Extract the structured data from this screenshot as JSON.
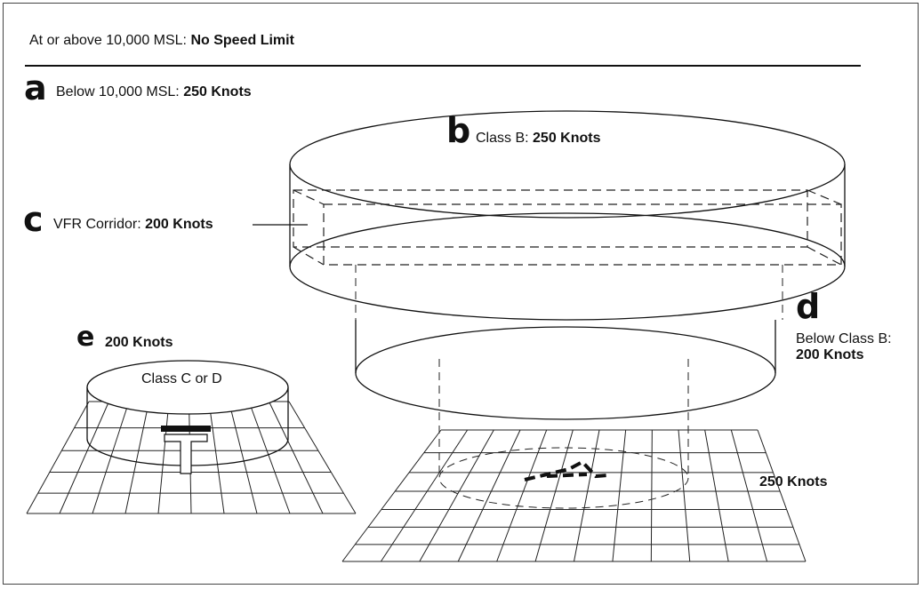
{
  "header": {
    "prefix": "At or above 10,000 MSL: ",
    "value": "No Speed Limit"
  },
  "labels": {
    "a": {
      "letter": "a",
      "prefix": "Below 10,000 MSL: ",
      "value": "250 Knots"
    },
    "b": {
      "letter": "b",
      "prefix": "Class B: ",
      "value": "250 Knots"
    },
    "c": {
      "letter": "c",
      "prefix": "VFR Corridor: ",
      "value": "200 Knots"
    },
    "d": {
      "letter": "d",
      "line1": "Below Class B:",
      "value": "200 Knots"
    },
    "e": {
      "letter": "e",
      "value": "200 Knots"
    }
  },
  "class_c_d": "Class C or D",
  "ground_speed": "250 Knots"
}
